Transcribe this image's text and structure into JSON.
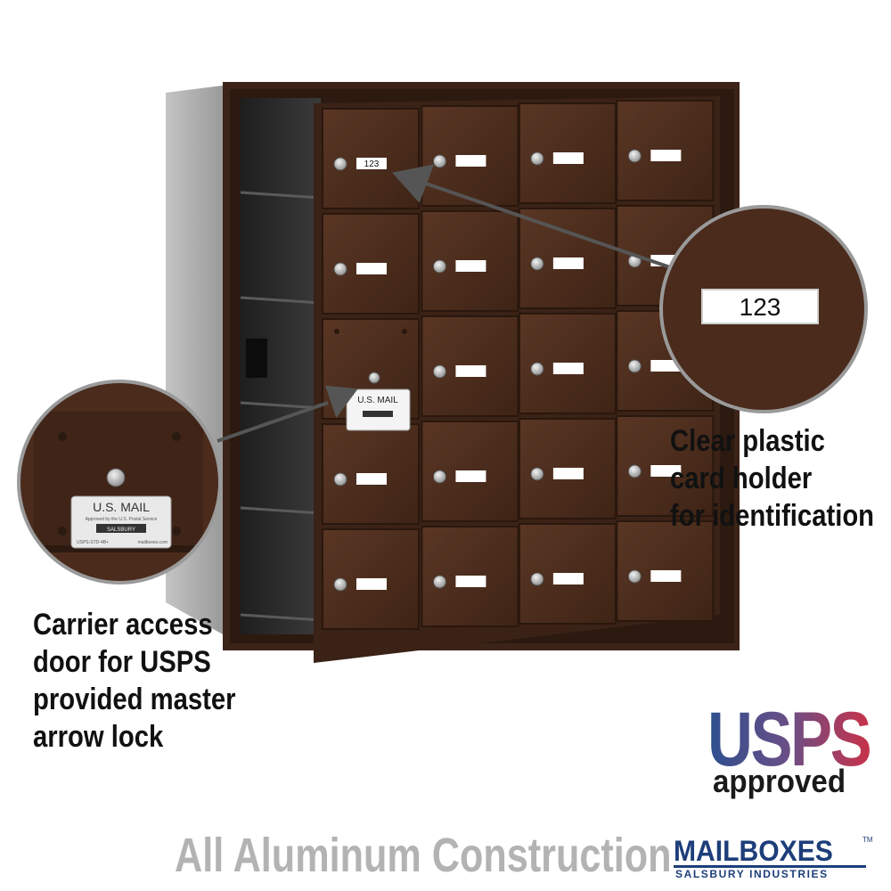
{
  "callouts": {
    "carrier_access": {
      "lines": [
        "Carrier access",
        "door for USPS",
        "provided master",
        "arrow lock"
      ]
    },
    "card_holder": {
      "lines": [
        "Clear plastic",
        "card holder",
        "for identification"
      ]
    }
  },
  "mailbox": {
    "rows": 5,
    "columns": 4,
    "door_number": "123",
    "finish_color": "#4a2b1c",
    "carrier_plate": {
      "title": "U.S. MAIL",
      "approval": "Approved by the U.S. Postal Service",
      "maker": "SALSBURY",
      "model": "USPS-STD-4B+",
      "site": "mailboxes.com"
    }
  },
  "zoom_card": {
    "number": "123"
  },
  "footer": {
    "text": "All Aluminum Construction"
  },
  "usps_badge": {
    "word": "USPS",
    "subtitle": "approved"
  },
  "brand": {
    "name": "MAILBOXES",
    "trademark": "TM",
    "subtitle": "SALSBURY INDUSTRIES",
    "color": "#1d3e7a"
  }
}
